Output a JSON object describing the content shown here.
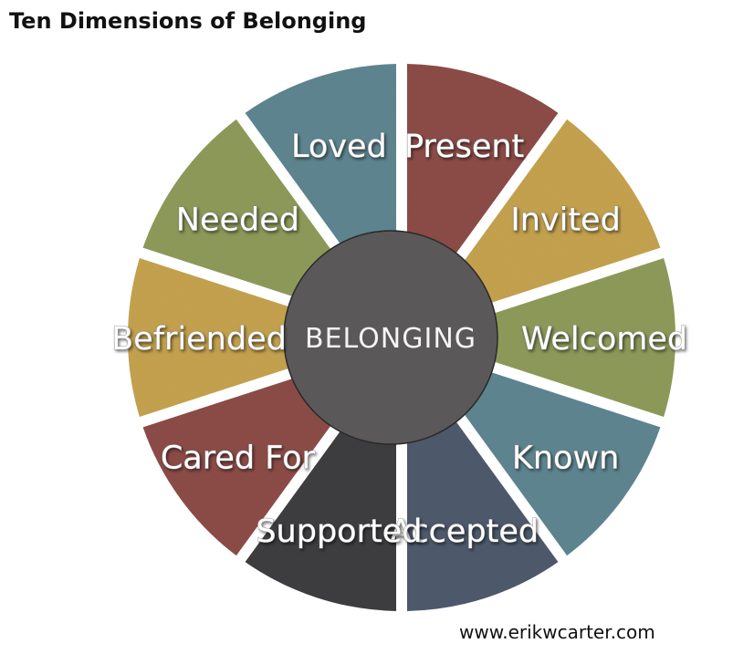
{
  "title": "Ten Dimensions of Belonging",
  "center_label": "BELONGING",
  "segments": [
    {
      "label": "Present",
      "color": "#8C4C47"
    },
    {
      "label": "Invited",
      "color": "#C4A24E"
    },
    {
      "label": "Welcomed",
      "color": "#8D9A5A"
    },
    {
      "label": "Known",
      "color": "#5E8690"
    },
    {
      "label": "Accepted",
      "color": "#4E5A6C"
    },
    {
      "label": "Supported",
      "color": "#3E3E40"
    },
    {
      "label": "Cared For",
      "color": "#8C4C47"
    },
    {
      "label": "Befriended",
      "color": "#C4A24E"
    },
    {
      "label": "Needed",
      "color": "#8D9A5A"
    },
    {
      "label": "Loved",
      "color": "#5E8690"
    }
  ],
  "center_color": "#5A5858",
  "footer": "www.erikwcarter.com"
}
